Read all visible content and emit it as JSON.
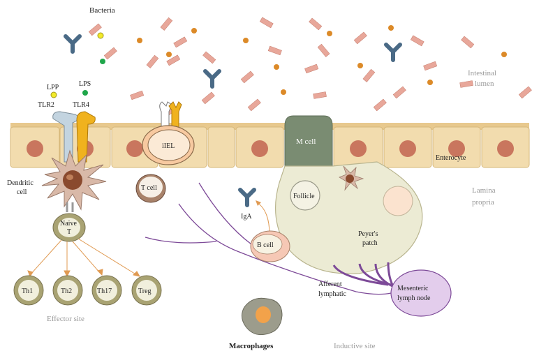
{
  "labels": {
    "bacteria": "Bacteria",
    "intestinal_lumen_1": "Intestinal",
    "intestinal_lumen_2": "lumen",
    "lpp": "LPP",
    "lps": "LPS",
    "tlr2": "TLR2",
    "tlr4": "TLR4",
    "dendritic_cell_1": "Dendritic",
    "dendritic_cell_2": "cell",
    "iel": "iIEL",
    "t_cell": "T cell",
    "m_cell": "M cell",
    "enterocyte": "Enterocyte",
    "follicle": "Follicle",
    "lamina_propria_1": "Lamina",
    "lamina_propria_2": "propria",
    "iga": "IgA",
    "b_cell": "B cell",
    "peyers_patch_1": "Peyer's",
    "peyers_patch_2": "patch",
    "naive_t_1": "Naive",
    "naive_t_2": "T",
    "th1": "Th1",
    "th2": "Th2",
    "th17": "Th17",
    "treg": "Treg",
    "effector_site": "Effector site",
    "afferent_lymphatic_1": "Afferent",
    "afferent_lymphatic_2": "lymphatic",
    "mesenteric_lymph_node_1": "Mesenteric",
    "mesenteric_lymph_node_2": "lymph node",
    "macrophages": "Macrophages",
    "inductive_site": "Inductive site"
  },
  "colors": {
    "epithelium_fill": "#f2dcae",
    "epithelium_stroke": "#d6b77a",
    "nucleus": "#c9765e",
    "bacterium_rod": "#e8a79a",
    "bacterium_coccus": "#dc8a28",
    "antibody": "#4a6a86",
    "lpp_dot": "#f2ea2a",
    "lps_dot": "#1fa64a",
    "tlr2": "#c3d4e0",
    "tlr4": "#f0b21e",
    "peyers_patch": "#ecebd4",
    "m_cell": "#7a8c72",
    "t_cell_ring": "#a9a373",
    "lymphatic": "#7d4a98",
    "lymph_node_fill": "#e3cdec",
    "arrow": "#e09a52",
    "macrophage": "#9c9c8c",
    "grey_label": "#9a9a9a"
  },
  "icons": [
    "y-shaped-antibody-icon",
    "rod-bacterium-icon",
    "coccus-bacterium-icon"
  ]
}
